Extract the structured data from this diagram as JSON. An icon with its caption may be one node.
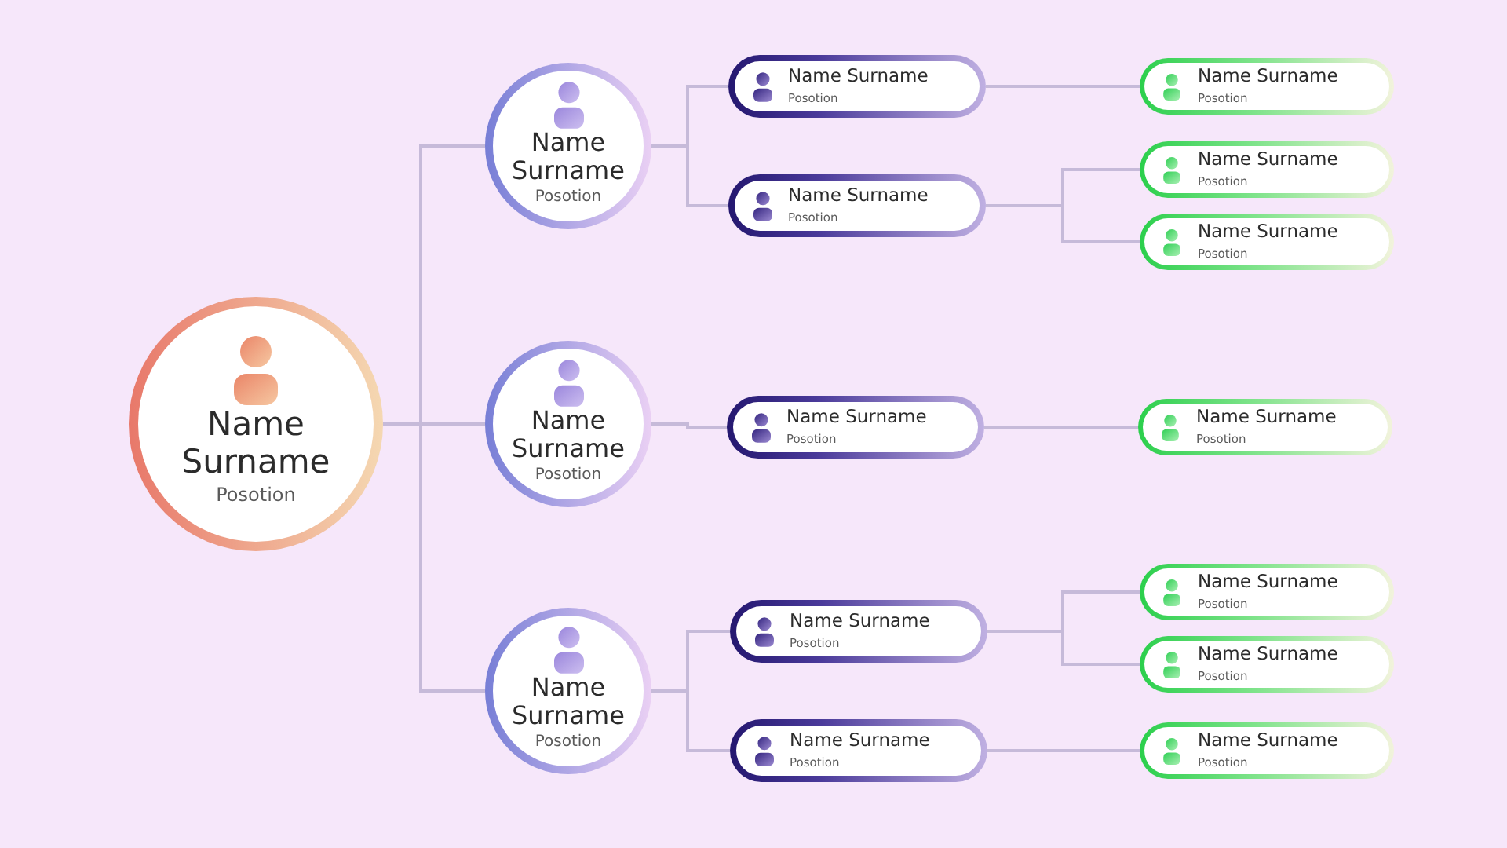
{
  "diagram": {
    "nodes": [
      {
        "text": [
          "Name Surname",
          "Posotion"
        ]
      },
      {
        "text": [
          "Name Surname",
          "Posotion"
        ]
      },
      {
        "text": [
          "Name Surname",
          "Posotion"
        ]
      },
      {
        "text": [
          "Name Surname",
          "Posotion"
        ]
      },
      {
        "text": [
          "Name Surname",
          "Posotion"
        ]
      },
      {
        "text": [
          "Name Surname",
          "Posotion"
        ]
      },
      {
        "text": [
          "Name Surname",
          "Posotion"
        ]
      },
      {
        "text": [
          "Name Surname",
          "Posotion"
        ]
      },
      {
        "text": [
          "Name Surname",
          "Posotion"
        ]
      },
      {
        "text": [
          "Name Surname",
          "Posotion"
        ]
      },
      {
        "text": [
          "Name Surname",
          "Posotion"
        ]
      },
      {
        "text": [
          "Name Surname",
          "Posotion"
        ]
      },
      {
        "text": [
          "Name Surname",
          "Posotion"
        ]
      },
      {
        "text": [
          "Name Surname",
          "Posotion"
        ]
      },
      {
        "text": [
          "Name Surname",
          "Posotion"
        ]
      },
      {
        "text": [
          "Name Surname",
          "Posotion"
        ]
      }
    ],
    "edges": [
      {
        "from": 0,
        "to": 1,
        "arrow": "none"
      },
      {
        "from": 0,
        "to": 7,
        "arrow": "none"
      },
      {
        "from": 0,
        "to": 10,
        "arrow": "none"
      },
      {
        "from": 1,
        "to": 2,
        "arrow": "none"
      },
      {
        "from": 1,
        "to": 4,
        "arrow": "none"
      },
      {
        "from": 2,
        "to": 3,
        "arrow": "none"
      },
      {
        "from": 4,
        "to": 5,
        "arrow": "none"
      },
      {
        "from": 4,
        "to": 6,
        "arrow": "none"
      },
      {
        "from": 7,
        "to": 8,
        "arrow": "none"
      },
      {
        "from": 8,
        "to": 9,
        "arrow": "none"
      },
      {
        "from": 10,
        "to": 11,
        "arrow": "none"
      },
      {
        "from": 10,
        "to": 14,
        "arrow": "none"
      },
      {
        "from": 11,
        "to": 12,
        "arrow": "none"
      },
      {
        "from": 11,
        "to": 13,
        "arrow": "none"
      },
      {
        "from": 14,
        "to": 15,
        "arrow": "none"
      }
    ]
  }
}
